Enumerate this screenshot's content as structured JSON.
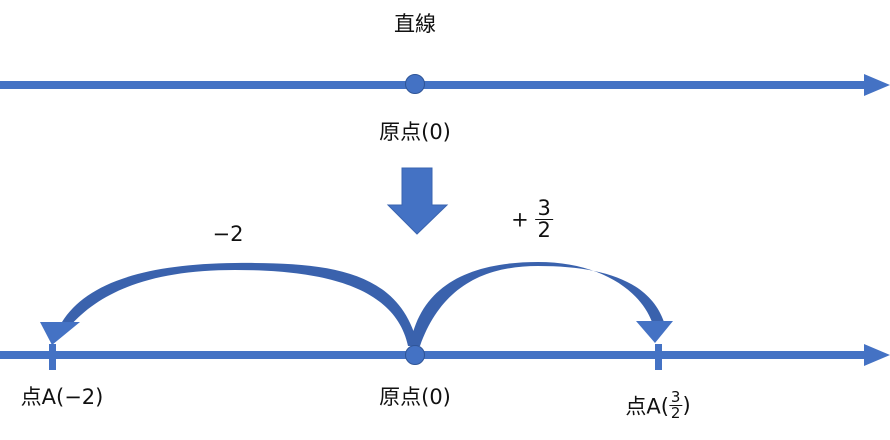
{
  "title": "直線",
  "top_line": {
    "origin_label": "原点(0)"
  },
  "bottom_line": {
    "origin_label": "原点(0)",
    "point_neg_label_prefix": "点A(",
    "point_neg_value": "−2",
    "point_neg_label_suffix": ")",
    "point_pos_label_prefix": "点A(",
    "point_pos_num": "3",
    "point_pos_den": "2",
    "point_pos_label_suffix": ")"
  },
  "jumps": {
    "left_label": "−2",
    "right_sign": "+",
    "right_num": "3",
    "right_den": "2"
  },
  "colors": {
    "line": "#4472C4",
    "arc_dark": "#2F5597",
    "text": "#111111"
  }
}
